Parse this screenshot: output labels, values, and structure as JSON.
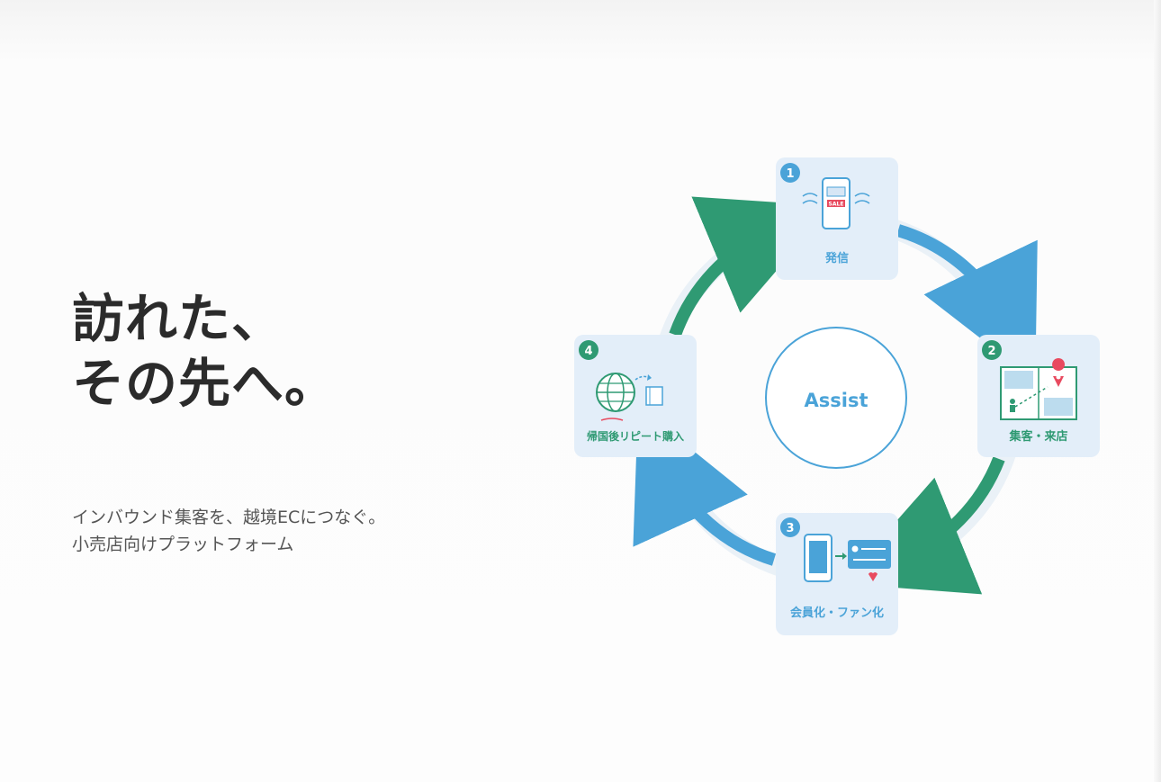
{
  "headline": {
    "line1": "訪れた、",
    "line2": "その先へ。"
  },
  "subtext": {
    "line1": "インバウンド集客を、越境ECにつなぐ。",
    "line2": "小売店向けプラットフォーム"
  },
  "cycle": {
    "center_label": "Assist",
    "steps": [
      {
        "number": "1",
        "label": "発信",
        "icon": "smartphone-sale-icon",
        "badge_color": "#4aa3d8"
      },
      {
        "number": "2",
        "label": "集客・来店",
        "icon": "map-pin-icon",
        "badge_color": "#2f9a73"
      },
      {
        "number": "3",
        "label": "会員化・ファン化",
        "icon": "member-card-icon",
        "badge_color": "#4aa3d8"
      },
      {
        "number": "4",
        "label": "帰国後リピート購入",
        "icon": "globe-icon",
        "badge_color": "#2f9a73"
      }
    ],
    "sale_tag": "SALE"
  },
  "colors": {
    "blue": "#4aa3d8",
    "green": "#2f9a73",
    "tile": "#e3eef9",
    "text": "#2b2b2b"
  }
}
